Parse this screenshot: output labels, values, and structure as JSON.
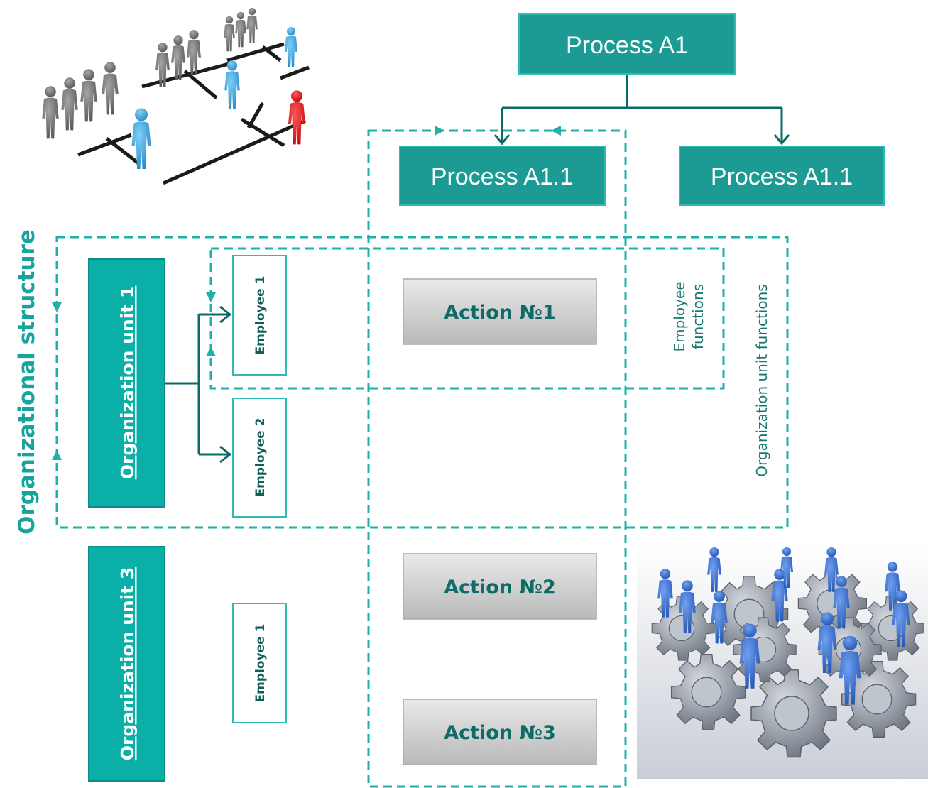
{
  "processes": {
    "root": "Process A1",
    "child_left": "Process A1.1",
    "child_right": "Process A1.1"
  },
  "org_structure_label": "Organizational structure",
  "units": [
    {
      "label": "Organization unit 1",
      "employees": [
        "Employee 1",
        "Employee 2"
      ]
    },
    {
      "label": "Organization unit 3",
      "employees": [
        "Employee 1"
      ]
    }
  ],
  "actions": [
    "Action №1",
    "Action №2",
    "Action №3"
  ],
  "functions": {
    "employee": [
      "Employee",
      "functions"
    ],
    "unit": "Organization unit functions"
  },
  "colors": {
    "process_box": "#1c9b95",
    "unit_box": "#0ab0a8",
    "employee_border": "#2fbab3",
    "dashed_line": "#1fb1a8",
    "solid_arrow": "#0e6a66",
    "action_text": "#0e6b67"
  }
}
